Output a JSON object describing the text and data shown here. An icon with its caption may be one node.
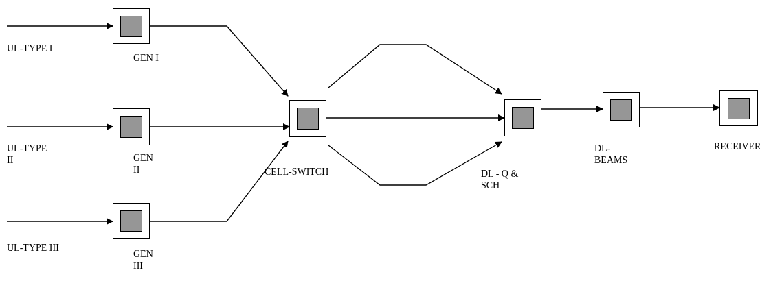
{
  "diagram": {
    "nodes": [
      {
        "text": [
          "GEN I"
        ]
      },
      {
        "text": [
          "GEN II"
        ]
      },
      {
        "text": [
          "GEN III"
        ]
      },
      {
        "text": [
          "CELL-SWITCH"
        ]
      },
      {
        "text": [
          "DL - Q & SCH"
        ]
      },
      {
        "text": [
          "DL- BEAMS"
        ]
      },
      {
        "text": [
          "RECEIVER"
        ]
      }
    ],
    "edges": [
      {
        "from": null,
        "to": 0,
        "arrow": "to",
        "label": "UL-TYPE I"
      },
      {
        "from": null,
        "to": 1,
        "arrow": "to",
        "label": "UL-TYPE II"
      },
      {
        "from": null,
        "to": 2,
        "arrow": "to",
        "label": "UL-TYPE III"
      },
      {
        "from": 0,
        "to": 3,
        "arrow": "to"
      },
      {
        "from": 1,
        "to": 3,
        "arrow": "to"
      },
      {
        "from": 2,
        "to": 3,
        "arrow": "to"
      },
      {
        "from": 3,
        "to": 4,
        "arrow": "to"
      },
      {
        "from": 3,
        "to": 4,
        "arrow": "to"
      },
      {
        "from": 3,
        "to": 4,
        "arrow": "to"
      },
      {
        "from": 4,
        "to": 5,
        "arrow": "to"
      },
      {
        "from": 5,
        "to": 6,
        "arrow": "to"
      }
    ]
  }
}
